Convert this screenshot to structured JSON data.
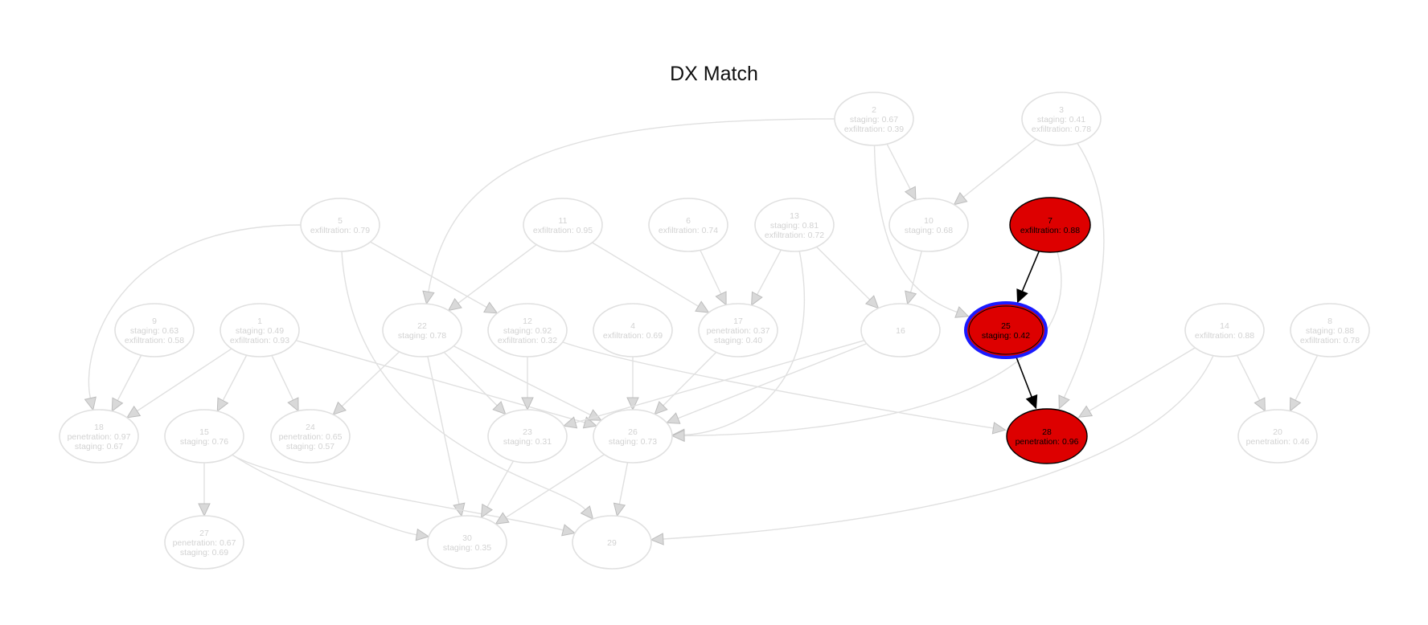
{
  "title": "DX Match",
  "colors": {
    "faded": "#e0e0e0",
    "faded_text": "#d2d2d2",
    "faded_arrow_fill": "#d9d9d9",
    "faded_arrow_stroke": "#bdbdbd",
    "highlight_fill": "#dd0000",
    "highlight_stroke": "#000000",
    "selected_stroke": "#1a1aff",
    "highlight_text": "#000000"
  },
  "nodes": [
    {
      "id": "2",
      "lines": [
        "2",
        "staging: 0.67",
        "exfiltration: 0.39"
      ],
      "state": "faded"
    },
    {
      "id": "3",
      "lines": [
        "3",
        "staging: 0.41",
        "exfiltration: 0.78"
      ],
      "state": "faded"
    },
    {
      "id": "5",
      "lines": [
        "5",
        "exfiltration: 0.79"
      ],
      "state": "faded"
    },
    {
      "id": "11",
      "lines": [
        "11",
        "exfiltration: 0.95"
      ],
      "state": "faded"
    },
    {
      "id": "6",
      "lines": [
        "6",
        "exfiltration: 0.74"
      ],
      "state": "faded"
    },
    {
      "id": "13",
      "lines": [
        "13",
        "staging: 0.81",
        "exfiltration: 0.72"
      ],
      "state": "faded"
    },
    {
      "id": "10",
      "lines": [
        "10",
        "staging: 0.68"
      ],
      "state": "faded"
    },
    {
      "id": "7",
      "lines": [
        "7",
        "exfiltration: 0.88"
      ],
      "state": "highlight"
    },
    {
      "id": "9",
      "lines": [
        "9",
        "staging: 0.63",
        "exfiltration: 0.58"
      ],
      "state": "faded"
    },
    {
      "id": "1",
      "lines": [
        "1",
        "staging: 0.49",
        "exfiltration: 0.93"
      ],
      "state": "faded"
    },
    {
      "id": "22",
      "lines": [
        "22",
        "staging: 0.78"
      ],
      "state": "faded"
    },
    {
      "id": "12",
      "lines": [
        "12",
        "staging: 0.92",
        "exfiltration: 0.32"
      ],
      "state": "faded"
    },
    {
      "id": "4",
      "lines": [
        "4",
        "exfiltration: 0.69"
      ],
      "state": "faded"
    },
    {
      "id": "17",
      "lines": [
        "17",
        "penetration: 0.37",
        "staging: 0.40"
      ],
      "state": "faded"
    },
    {
      "id": "16",
      "lines": [
        "16"
      ],
      "state": "faded"
    },
    {
      "id": "25",
      "lines": [
        "25",
        "staging: 0.42"
      ],
      "state": "selected"
    },
    {
      "id": "14",
      "lines": [
        "14",
        "exfiltration: 0.88"
      ],
      "state": "faded"
    },
    {
      "id": "8",
      "lines": [
        "8",
        "staging: 0.88",
        "exfiltration: 0.78"
      ],
      "state": "faded"
    },
    {
      "id": "18",
      "lines": [
        "18",
        "penetration: 0.97",
        "staging: 0.67"
      ],
      "state": "faded"
    },
    {
      "id": "15",
      "lines": [
        "15",
        "staging: 0.76"
      ],
      "state": "faded"
    },
    {
      "id": "24",
      "lines": [
        "24",
        "penetration: 0.65",
        "staging: 0.57"
      ],
      "state": "faded"
    },
    {
      "id": "23",
      "lines": [
        "23",
        "staging: 0.31"
      ],
      "state": "faded"
    },
    {
      "id": "26",
      "lines": [
        "26",
        "staging: 0.73"
      ],
      "state": "faded"
    },
    {
      "id": "28",
      "lines": [
        "28",
        "penetration: 0.96"
      ],
      "state": "highlight"
    },
    {
      "id": "20",
      "lines": [
        "20",
        "penetration: 0.46"
      ],
      "state": "faded"
    },
    {
      "id": "27",
      "lines": [
        "27",
        "penetration: 0.67",
        "staging: 0.69"
      ],
      "state": "faded"
    },
    {
      "id": "30",
      "lines": [
        "30",
        "staging: 0.35"
      ],
      "state": "faded"
    },
    {
      "id": "29",
      "lines": [
        "29"
      ],
      "state": "faded"
    }
  ],
  "edges": [
    {
      "from": "2",
      "to": "22",
      "state": "faded"
    },
    {
      "from": "2",
      "to": "10",
      "state": "faded"
    },
    {
      "from": "2",
      "to": "25",
      "state": "faded"
    },
    {
      "from": "3",
      "to": "10",
      "state": "faded"
    },
    {
      "from": "3",
      "to": "28",
      "state": "faded"
    },
    {
      "from": "5",
      "to": "18",
      "state": "faded"
    },
    {
      "from": "5",
      "to": "12",
      "state": "faded"
    },
    {
      "from": "5",
      "to": "29",
      "state": "faded"
    },
    {
      "from": "11",
      "to": "22",
      "state": "faded"
    },
    {
      "from": "11",
      "to": "17",
      "state": "faded"
    },
    {
      "from": "6",
      "to": "17",
      "state": "faded"
    },
    {
      "from": "13",
      "to": "17",
      "state": "faded"
    },
    {
      "from": "13",
      "to": "16",
      "state": "faded"
    },
    {
      "from": "13",
      "to": "26",
      "state": "faded"
    },
    {
      "from": "10",
      "to": "16",
      "state": "faded"
    },
    {
      "from": "7",
      "to": "25",
      "state": "highlight"
    },
    {
      "from": "7",
      "to": "26",
      "state": "faded"
    },
    {
      "from": "25",
      "to": "28",
      "state": "highlight"
    },
    {
      "from": "9",
      "to": "18",
      "state": "faded"
    },
    {
      "from": "1",
      "to": "18",
      "state": "faded"
    },
    {
      "from": "1",
      "to": "24",
      "state": "faded"
    },
    {
      "from": "1",
      "to": "15",
      "state": "faded"
    },
    {
      "from": "1",
      "to": "26",
      "state": "faded"
    },
    {
      "from": "22",
      "to": "24",
      "state": "faded"
    },
    {
      "from": "22",
      "to": "23",
      "state": "faded"
    },
    {
      "from": "22",
      "to": "26",
      "state": "faded"
    },
    {
      "from": "22",
      "to": "30",
      "state": "faded"
    },
    {
      "from": "12",
      "to": "23",
      "state": "faded"
    },
    {
      "from": "12",
      "to": "28",
      "state": "faded"
    },
    {
      "from": "4",
      "to": "26",
      "state": "faded"
    },
    {
      "from": "17",
      "to": "26",
      "state": "faded"
    },
    {
      "from": "16",
      "to": "23",
      "state": "faded"
    },
    {
      "from": "16",
      "to": "26",
      "state": "faded"
    },
    {
      "from": "14",
      "to": "28",
      "state": "faded"
    },
    {
      "from": "14",
      "to": "29",
      "state": "faded"
    },
    {
      "from": "8",
      "to": "20",
      "state": "faded"
    },
    {
      "from": "14",
      "to": "20",
      "state": "faded"
    },
    {
      "from": "15",
      "to": "27",
      "state": "faded"
    },
    {
      "from": "15",
      "to": "30",
      "state": "faded"
    },
    {
      "from": "15",
      "to": "29",
      "state": "faded"
    },
    {
      "from": "23",
      "to": "30",
      "state": "faded"
    },
    {
      "from": "26",
      "to": "30",
      "state": "faded"
    },
    {
      "from": "26",
      "to": "29",
      "state": "faded"
    }
  ]
}
